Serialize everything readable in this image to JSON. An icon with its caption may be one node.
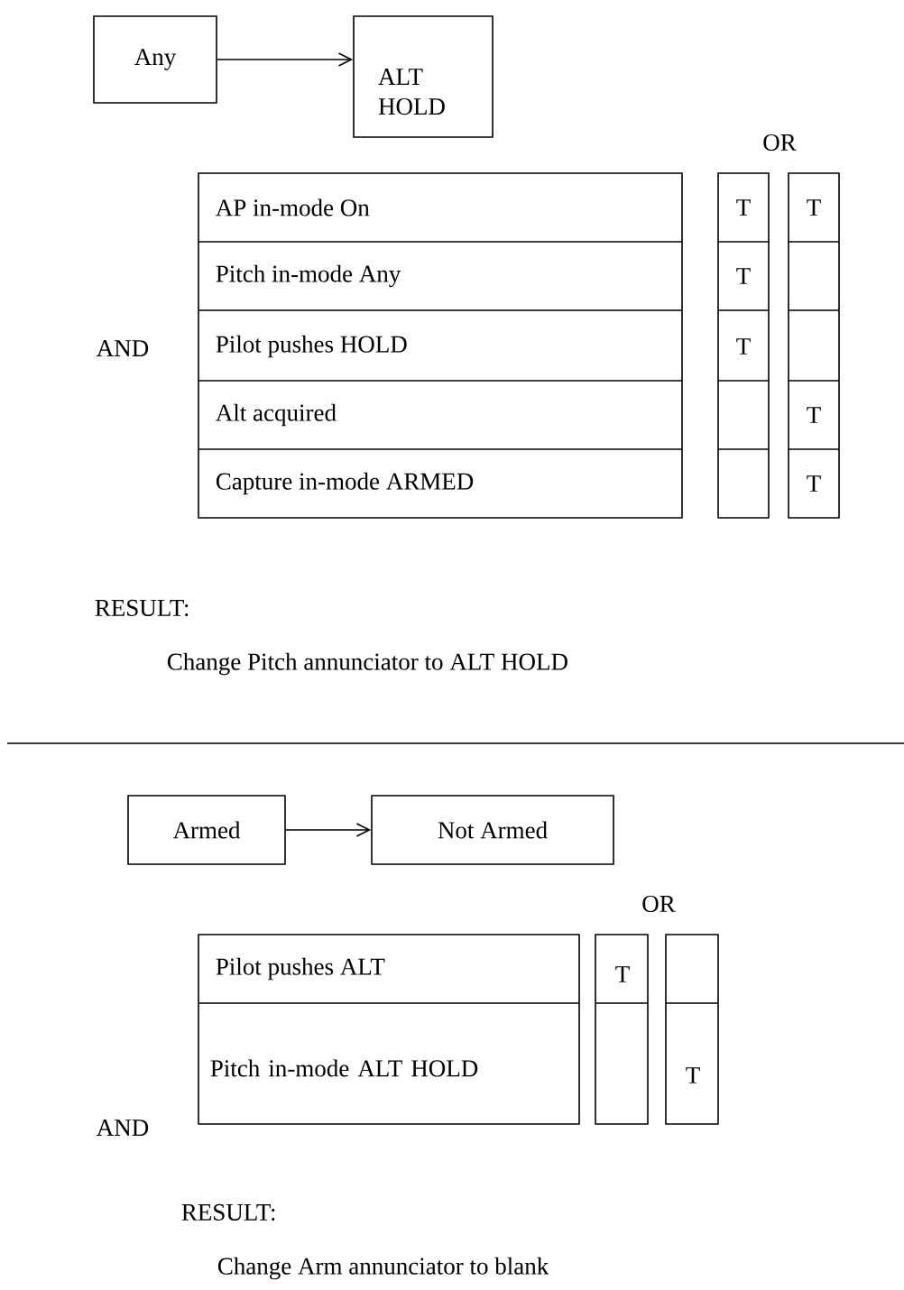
{
  "diagram": {
    "nodes": [
      {
        "text": [
          "Any"
        ]
      },
      {
        "text": [
          "ALT HOLD"
        ]
      },
      {
        "text": [
          "Armed"
        ]
      },
      {
        "text": [
          "Not Armed"
        ]
      }
    ],
    "edges": [
      {
        "from": 0,
        "to": 1,
        "arrow": "to"
      },
      {
        "from": 2,
        "to": 3,
        "arrow": "to"
      }
    ],
    "labels": [
      "OR",
      "AP in-mode On",
      "T",
      "T",
      "Pitch in-mode Any",
      "T",
      "AND",
      "Pilot pushes HOLD",
      "T",
      "Alt acquired",
      "T",
      "Capture in-mode ARMED",
      "T",
      "RESULT:",
      "Change Pitch annunciator to ALT HOLD",
      "OR",
      "Pilot pushes ALT",
      "T",
      "AND",
      "Pitch in-mode ALT HOLD",
      "T",
      "RESULT:",
      "Change Arm annunciator to blank"
    ]
  }
}
